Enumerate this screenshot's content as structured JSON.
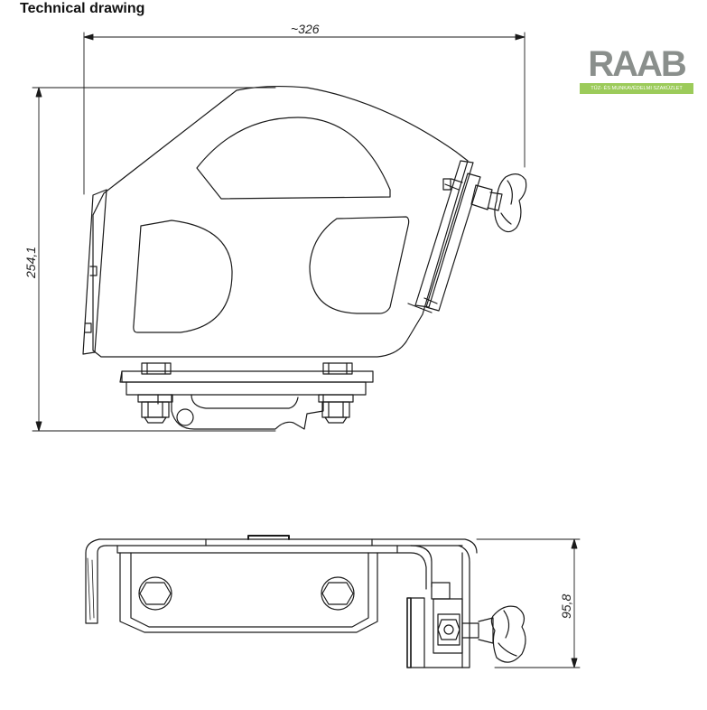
{
  "header": {
    "title": "Technical drawing"
  },
  "logo": {
    "text": "RAAB",
    "subtitle": "TŰZ- ÉS MUNKAVÉDELMI SZAKÜZLET",
    "color": "#8a8f8c",
    "band_color": "#9ccb5a"
  },
  "dimensions": {
    "width_label": "~326",
    "height_label": "254,1",
    "depth_label": "95,8"
  }
}
